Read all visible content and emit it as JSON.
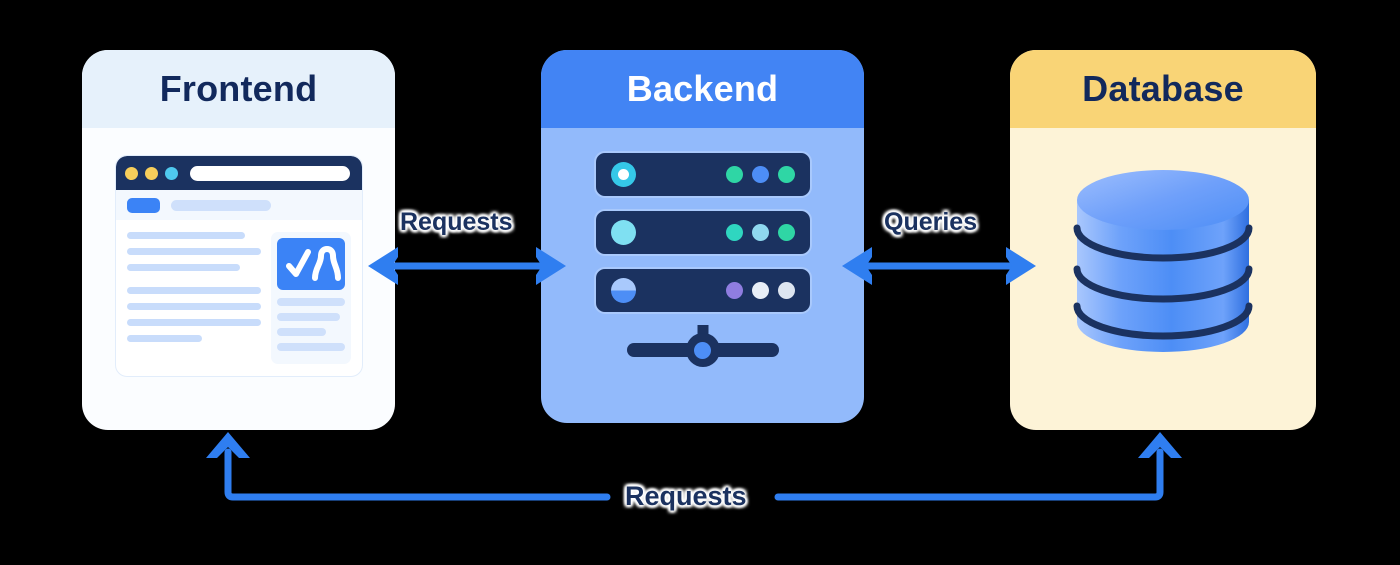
{
  "diagram": {
    "title": "Frontend Backend Database architecture flow",
    "background_color": "#000000"
  },
  "cards": [
    {
      "id": "frontend",
      "title": "Frontend",
      "header_color": "#e6f1fb",
      "body_color": "#fbfdff",
      "title_color": "#12295c",
      "illustration": "browser-window-mockup"
    },
    {
      "id": "backend",
      "title": "Backend",
      "header_color": "#4284f4",
      "body_color": "#92bafb",
      "title_color": "#ffffff",
      "illustration": "server-rack"
    },
    {
      "id": "database",
      "title": "Database",
      "header_color": "#f9d476",
      "body_color": "#fdf3d7",
      "title_color": "#12295c",
      "illustration": "database-cylinder"
    }
  ],
  "connectors": [
    {
      "id": "frontend-backend",
      "label": "Requests",
      "from": "frontend",
      "to": "backend",
      "direction": "bidirectional",
      "color": "#2f7ef0"
    },
    {
      "id": "backend-database",
      "label": "Queries",
      "from": "backend",
      "to": "database",
      "direction": "bidirectional",
      "color": "#2f7ef0"
    },
    {
      "id": "database-frontend",
      "label": "Requests",
      "from": "database",
      "to": "frontend",
      "direction": "bidirectional",
      "color": "#2f7ef0",
      "routing": "bottom-loop"
    }
  ],
  "browser_mockup": {
    "traffic_lights": [
      "#f7ce5b",
      "#f7ce5b",
      "#4fc9ee"
    ],
    "url_bar_color": "#ffffff",
    "bar_color": "#1b3260",
    "toolbar_button_color": "#3b83f6",
    "text_line_color": "#c8dcfb",
    "text_line_widths": [
      "88%",
      "100%",
      "84%",
      "100%",
      "100%",
      "100%",
      "56%"
    ],
    "sidebar_line_widths": [
      "100%",
      "92%",
      "72%",
      "100%"
    ],
    "thumbnail_color": "#3b83f6",
    "thumbnail_glyph": "mountain-checkmark"
  },
  "server_rack": {
    "unit_color": "#1b3260",
    "unit_border_color": "#a9c9fc",
    "units": [
      {
        "status_led": "#35c8e8",
        "status_led_style": "ring",
        "indicator_leds": [
          "#2fd6a5",
          "#4d8ef6",
          "#2fd6a5"
        ]
      },
      {
        "status_led": "#7fe0f2",
        "status_led_style": "solid",
        "indicator_leds": [
          "#2fd6c0",
          "#8fd8ef",
          "#2fd6a5"
        ]
      },
      {
        "status_led": "#6fa8f7",
        "status_led_style": "split",
        "indicator_leds": [
          "#8f7de0",
          "#e8eef7",
          "#dde5f0"
        ]
      }
    ],
    "connector_hub_color": "#4d8ef6"
  },
  "database_cylinder": {
    "top_color": "#75a4fb",
    "body_color_light": "#a5c4fd",
    "body_color_mid": "#4d8ef6",
    "divider_color": "#1b3260",
    "disc_count": 3
  }
}
